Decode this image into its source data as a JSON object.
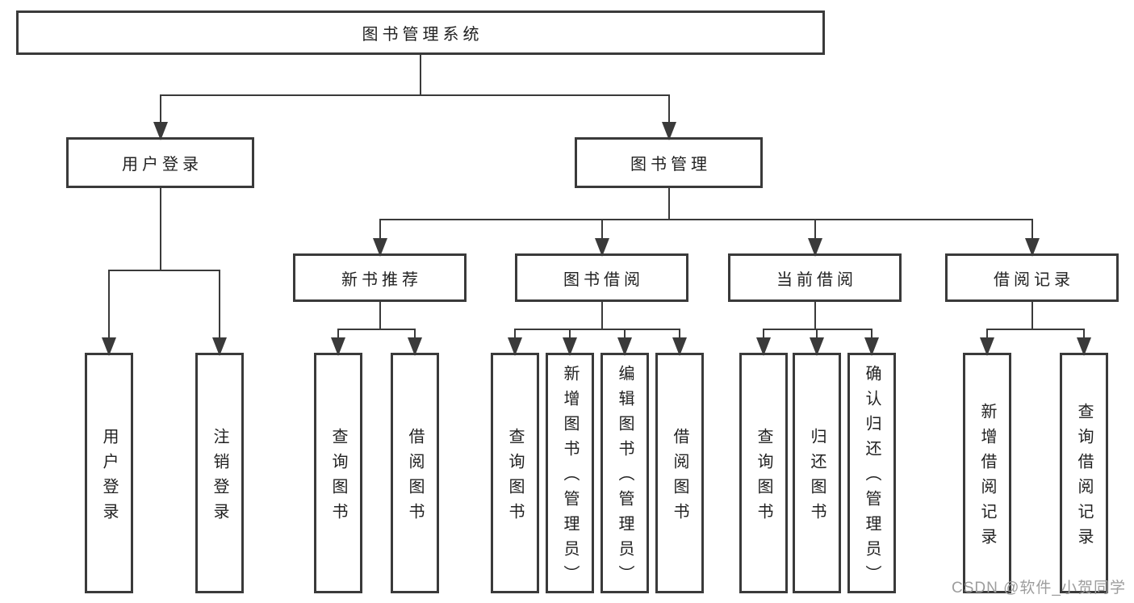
{
  "diagram": {
    "title": "图书管理系统",
    "nodes": [
      {
        "id": "root",
        "label": "图书管理系统",
        "orientation": "horizontal"
      },
      {
        "id": "user-login",
        "label": "用户登录",
        "orientation": "horizontal"
      },
      {
        "id": "book-mgmt",
        "label": "图书管理",
        "orientation": "horizontal"
      },
      {
        "id": "new-book-rec",
        "label": "新书推荐",
        "orientation": "horizontal"
      },
      {
        "id": "book-borrow",
        "label": "图书借阅",
        "orientation": "horizontal"
      },
      {
        "id": "current-borrow",
        "label": "当前借阅",
        "orientation": "horizontal"
      },
      {
        "id": "borrow-records",
        "label": "借阅记录",
        "orientation": "horizontal"
      },
      {
        "id": "leaf-user-login",
        "label": "用户登录",
        "orientation": "vertical"
      },
      {
        "id": "leaf-logout",
        "label": "注销登录",
        "orientation": "vertical"
      },
      {
        "id": "leaf-query-book-1",
        "label": "查询图书",
        "orientation": "vertical"
      },
      {
        "id": "leaf-borrow-book-1",
        "label": "借阅图书",
        "orientation": "vertical"
      },
      {
        "id": "leaf-query-book-2",
        "label": "查询图书",
        "orientation": "vertical"
      },
      {
        "id": "leaf-add-book",
        "label": "新增图书（管理员）",
        "orientation": "vertical"
      },
      {
        "id": "leaf-edit-book",
        "label": "编辑图书（管理员）",
        "orientation": "vertical"
      },
      {
        "id": "leaf-borrow-book-2",
        "label": "借阅图书",
        "orientation": "vertical"
      },
      {
        "id": "leaf-query-book-3",
        "label": "查询图书",
        "orientation": "vertical"
      },
      {
        "id": "leaf-return-book",
        "label": "归还图书",
        "orientation": "vertical"
      },
      {
        "id": "leaf-confirm-return",
        "label": "确认归还（管理员）",
        "orientation": "vertical"
      },
      {
        "id": "leaf-add-borrow-record",
        "label": "新增借阅记录",
        "orientation": "vertical"
      },
      {
        "id": "leaf-query-borrow-record",
        "label": "查询借阅记录",
        "orientation": "vertical"
      }
    ],
    "edges": [
      {
        "parent": "root",
        "children": [
          "user-login",
          "book-mgmt"
        ]
      },
      {
        "parent": "user-login",
        "children": [
          "leaf-user-login",
          "leaf-logout"
        ]
      },
      {
        "parent": "book-mgmt",
        "children": [
          "new-book-rec",
          "book-borrow",
          "current-borrow",
          "borrow-records"
        ]
      },
      {
        "parent": "new-book-rec",
        "children": [
          "leaf-query-book-1",
          "leaf-borrow-book-1"
        ]
      },
      {
        "parent": "book-borrow",
        "children": [
          "leaf-query-book-2",
          "leaf-add-book",
          "leaf-edit-book",
          "leaf-borrow-book-2"
        ]
      },
      {
        "parent": "current-borrow",
        "children": [
          "leaf-query-book-3",
          "leaf-return-book",
          "leaf-confirm-return"
        ]
      },
      {
        "parent": "borrow-records",
        "children": [
          "leaf-add-borrow-record",
          "leaf-query-borrow-record"
        ]
      }
    ]
  },
  "watermark": {
    "text": "CSDN @软件_小贺同学"
  },
  "colors": {
    "line": "#3a3a3a",
    "text": "#212121",
    "watermark": "#9d9d9d",
    "node_background": "#ffffff",
    "page_background": "#ffffff"
  }
}
